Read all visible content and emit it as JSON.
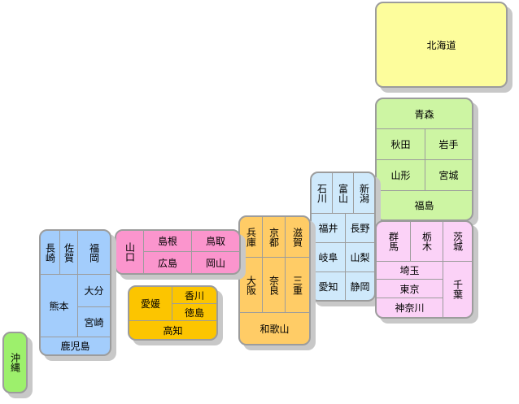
{
  "colors": {
    "hokkaido": "#fdfd9c",
    "tohoku": "#cdf5a3",
    "chubu_north": "#cfe9fb",
    "kanto": "#fbd2f7",
    "kinki": "#ffcc66",
    "chugoku": "#fb95cd",
    "shikoku": "#fcc500",
    "kyushu": "#a3cdfc",
    "okinawa": "#9df06c"
  },
  "regions": {
    "hokkaido": {
      "hokkaido": "北海道"
    },
    "tohoku": {
      "aomori": "青森",
      "akita": "秋田",
      "iwate": "岩手",
      "yamagata": "山形",
      "miyagi": "宮城",
      "fukushima": "福島"
    },
    "chubu": {
      "ishikawa": "石川",
      "toyama": "富山",
      "niigata": "新潟",
      "fukui": "福井",
      "nagano": "長野",
      "gifu": "岐阜",
      "yamanashi": "山梨",
      "aichi": "愛知",
      "shizuoka": "静岡"
    },
    "kanto": {
      "gunma": "群馬",
      "tochigi": "栃木",
      "ibaraki": "茨城",
      "saitama": "埼玉",
      "chiba": "千葉",
      "tokyo": "東京",
      "kanagawa": "神奈川"
    },
    "kinki": {
      "hyogo": "兵庫",
      "kyoto": "京都",
      "shiga": "滋賀",
      "osaka": "大阪",
      "nara": "奈良",
      "mie": "三重",
      "wakayama": "和歌山"
    },
    "chugoku": {
      "yamaguchi": "山口",
      "shimane": "島根",
      "tottori": "鳥取",
      "hiroshima": "広島",
      "okayama": "岡山"
    },
    "shikoku": {
      "ehime": "愛媛",
      "kagawa": "香川",
      "tokushima": "徳島",
      "kochi": "高知"
    },
    "kyushu": {
      "nagasaki": "長崎",
      "saga": "佐賀",
      "fukuoka": "福岡",
      "oita": "大分",
      "kumamoto": "熊本",
      "miyazaki": "宮崎",
      "kagoshima": "鹿児島"
    },
    "okinawa": {
      "okinawa": "沖縄"
    }
  }
}
